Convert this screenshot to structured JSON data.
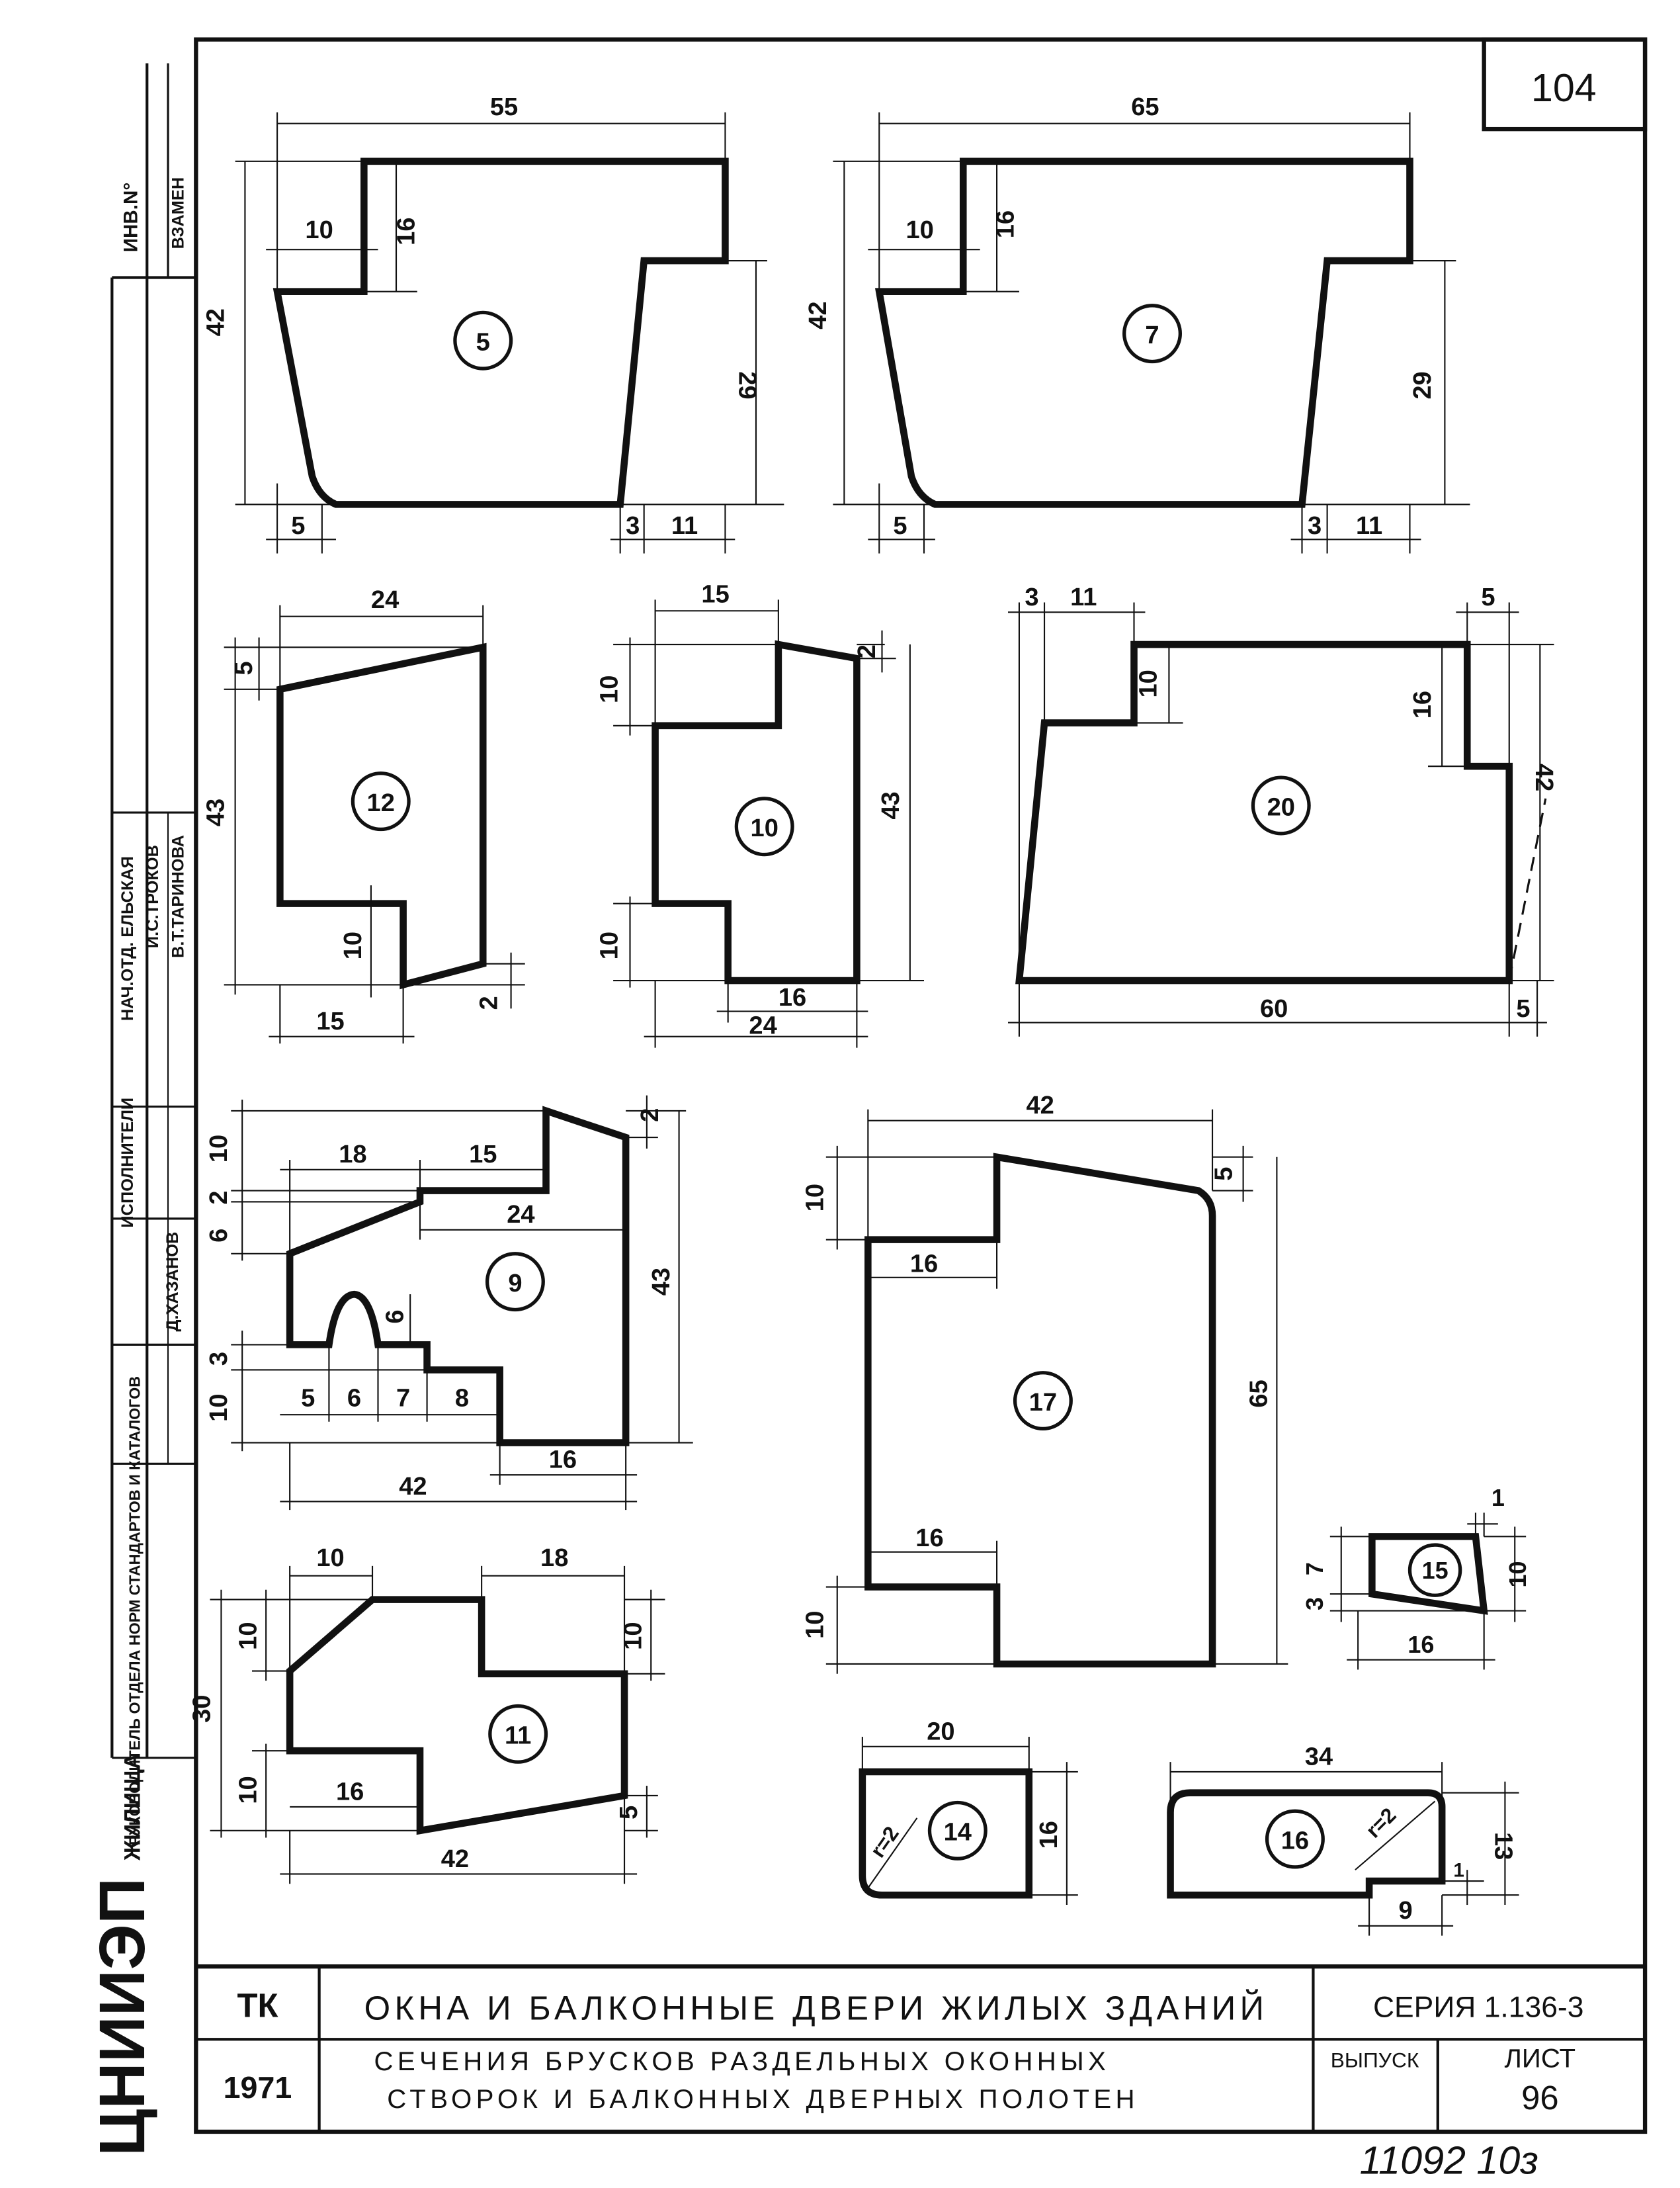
{
  "sheet": {
    "page_number": "104",
    "handwritten_footer": "11092  10з"
  },
  "side_stamp": {
    "inv_no": "ИНВ.N°",
    "vzamen": "ВЗАМЕН",
    "executors_title": "ИСПОЛНИТЕЛИ",
    "executors": [
      "НАЧ.ОТД. ЕЛЬСКАЯ",
      "И.С.ТРОКОВ",
      "В.Т.ТАРИНОВА"
    ],
    "head_title": "РУКОВОДИТЕЛЬ ОТДЕЛА НОРМ СТАНДАРТОВ И КАТАЛОГОВ",
    "head_name": "Д.ХАЗАНОВ",
    "org_logo": "ЦНИИЭП",
    "org_sub": "ЖИЛИЩА"
  },
  "title_block": {
    "tk": "ТК",
    "year": "1971",
    "title_main": "ОКНА И БАЛКОННЫЕ ДВЕРИ ЖИЛЫХ ЗДАНИЙ",
    "title_sub_1": "СЕЧЕНИЯ БРУСКОВ РАЗДЕЛЬНЫХ ОКОННЫХ",
    "title_sub_2": "СТВОРОК И БАЛКОННЫХ ДВЕРНЫХ ПОЛОТЕН",
    "series": "СЕРИЯ 1.136-3",
    "issue_label": "ВЫПУСК",
    "sheet_label": "ЛИСТ",
    "sheet_no": "96"
  },
  "sections": [
    {
      "id": "5",
      "dims": [
        "55",
        "10",
        "16",
        "42",
        "29",
        "5",
        "3",
        "11"
      ]
    },
    {
      "id": "7",
      "dims": [
        "65",
        "10",
        "16",
        "42",
        "29",
        "5",
        "3",
        "11"
      ]
    },
    {
      "id": "12",
      "dims": [
        "24",
        "5",
        "43",
        "10",
        "15",
        "2"
      ]
    },
    {
      "id": "10",
      "dims": [
        "15",
        "10",
        "2",
        "43",
        "10",
        "16",
        "24"
      ]
    },
    {
      "id": "20",
      "dims": [
        "3",
        "11",
        "10",
        "5",
        "16",
        "42",
        "60",
        "5"
      ]
    },
    {
      "id": "9",
      "dims": [
        "10",
        "2",
        "18",
        "15",
        "2",
        "24",
        "6",
        "43",
        "6",
        "3",
        "10",
        "5",
        "6",
        "7",
        "8",
        "16",
        "42"
      ]
    },
    {
      "id": "17",
      "dims": [
        "42",
        "10",
        "5",
        "16",
        "65",
        "16",
        "10"
      ]
    },
    {
      "id": "11",
      "dims": [
        "10",
        "18",
        "10",
        "10",
        "30",
        "16",
        "10",
        "5",
        "42"
      ]
    },
    {
      "id": "15",
      "dims": [
        "1",
        "7",
        "10",
        "3",
        "16"
      ]
    },
    {
      "id": "14",
      "dims": [
        "20",
        "r=2",
        "16"
      ]
    },
    {
      "id": "16",
      "dims": [
        "34",
        "r=2",
        "13",
        "1",
        "9"
      ]
    }
  ]
}
